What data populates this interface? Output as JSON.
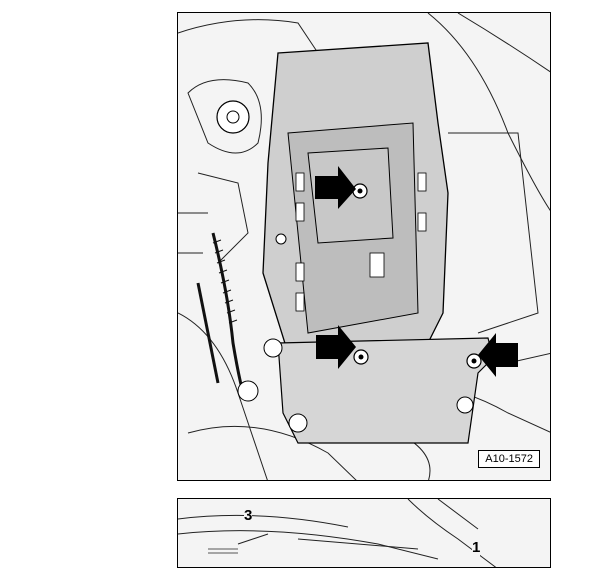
{
  "figure_1": {
    "reference_label": "A10-1572",
    "arrow_count": 3
  },
  "figure_2": {
    "callouts": [
      "3",
      "1"
    ]
  }
}
